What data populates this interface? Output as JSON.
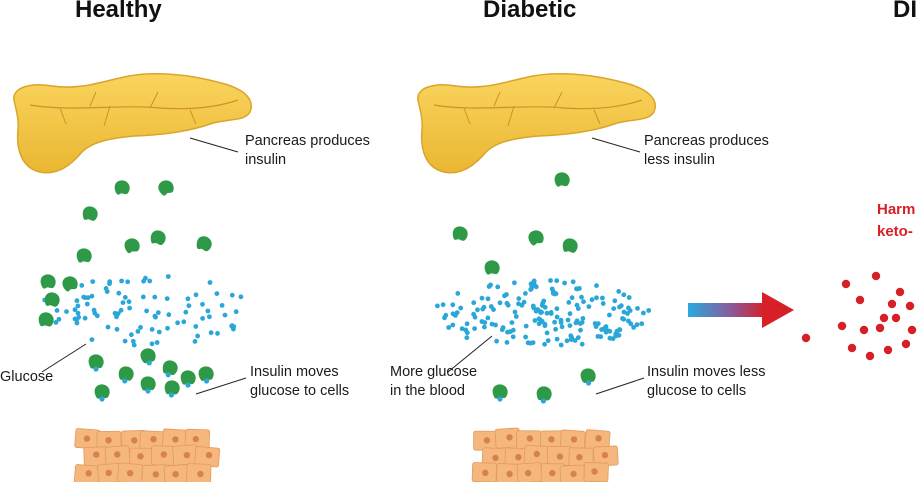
{
  "panels": {
    "healthy": {
      "title": "Healthy",
      "pancreas_label_1": "Pancreas produces",
      "pancreas_label_2": "insulin",
      "glucose_label": "Glucose",
      "cells_label_1": "Insulin moves",
      "cells_label_2": "glucose to cells"
    },
    "diabetic": {
      "title": "Diabetic",
      "pancreas_label_1": "Pancreas produces",
      "pancreas_label_2": "less insulin",
      "blood_label_1": "More glucose",
      "blood_label_2": "in the blood",
      "cells_label_1": "Insulin moves less",
      "cells_label_2": "glucose to cells"
    },
    "third": {
      "title": "DI",
      "harm_label_1": "Harm",
      "harm_label_2": "keto-"
    }
  },
  "colors": {
    "pancreas": "#f7c84a",
    "insulin": "#2e9a47",
    "glucose": "#2aa7d8",
    "cells": "#f5b77e",
    "ketones": "#d61f26",
    "arrow_start": "#29a9e0",
    "arrow_end": "#d61f26"
  },
  "icons": {
    "pancreas": "pancreas-icon",
    "insulin": "insulin-molecule-icon",
    "glucose": "glucose-dot-icon",
    "cells": "body-cells-icon",
    "arrow": "right-arrow-icon",
    "ketone": "ketone-dot-icon"
  }
}
